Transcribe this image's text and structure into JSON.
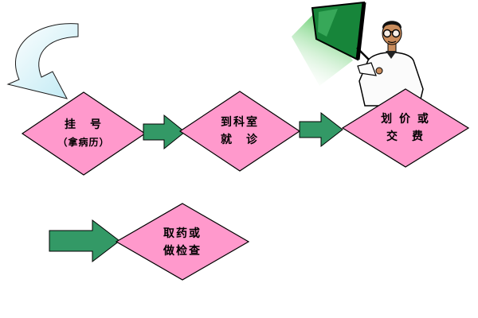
{
  "diagram": {
    "type": "flowchart",
    "nodes": [
      {
        "id": "register",
        "shape": "diamond",
        "line1": "挂　号",
        "line2": "（拿病历）"
      },
      {
        "id": "consult",
        "shape": "diamond",
        "line1": "到科室",
        "line2": "就　诊"
      },
      {
        "id": "pay",
        "shape": "diamond",
        "line1": "划 价 或",
        "line2": "交　费"
      },
      {
        "id": "pharmacy",
        "shape": "diamond",
        "line1": "取药或",
        "line2": "做检查"
      }
    ],
    "connectors": [
      {
        "type": "curved-arrow",
        "to": "register"
      },
      {
        "type": "block-arrow",
        "from": "register",
        "to": "consult"
      },
      {
        "type": "block-arrow",
        "from": "consult",
        "to": "pay"
      },
      {
        "type": "block-arrow",
        "to": "pharmacy"
      }
    ],
    "colors": {
      "node_fill": "#ff99cc",
      "node_stroke": "#000000",
      "arrow_fill": "#339966",
      "curve_arrow_fill": "#ccf2fa",
      "board_green": "#17853a",
      "beam_green": "#46c24e"
    },
    "clipart": "presenter-with-green-board"
  }
}
